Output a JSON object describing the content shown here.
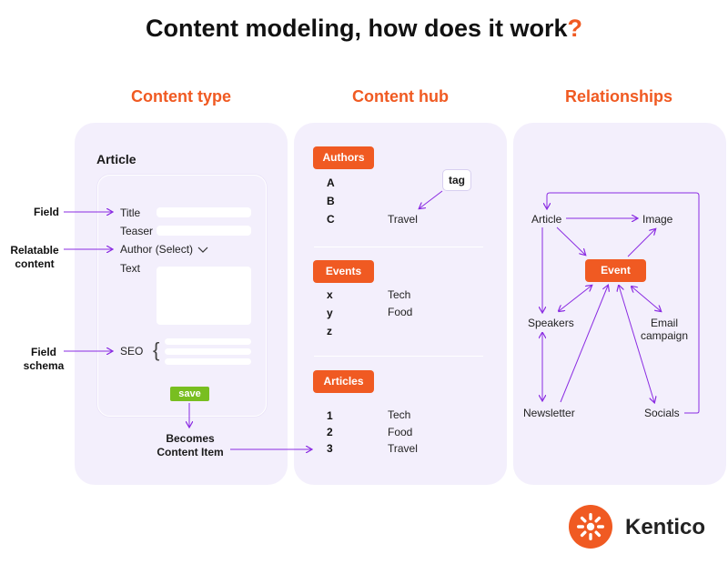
{
  "title": {
    "main": "Content modeling, how does it work",
    "mark": "?"
  },
  "columns": {
    "content_type": "Content type",
    "content_hub": "Content hub",
    "relationships": "Relationships"
  },
  "content_type": {
    "article": "Article",
    "fields": {
      "title": "Title",
      "teaser": "Teaser",
      "author": "Author (Select)",
      "text": "Text",
      "seo": "SEO"
    },
    "side_labels": {
      "field": "Field",
      "relatable_line1": "Relatable",
      "relatable_line2": "content",
      "schema_line1": "Field",
      "schema_line2": "schema"
    },
    "save": "save",
    "becomes_line1": "Becomes",
    "becomes_line2": "Content Item"
  },
  "content_hub": {
    "groups": [
      {
        "label": "Authors",
        "rows": [
          {
            "key": "A",
            "val": ""
          },
          {
            "key": "B",
            "val": ""
          },
          {
            "key": "C",
            "val": "Travel"
          }
        ]
      },
      {
        "label": "Events",
        "rows": [
          {
            "key": "x",
            "val": "Tech"
          },
          {
            "key": "y",
            "val": "Food"
          },
          {
            "key": "z",
            "val": ""
          }
        ]
      },
      {
        "label": "Articles",
        "rows": [
          {
            "key": "1",
            "val": "Tech"
          },
          {
            "key": "2",
            "val": "Food"
          },
          {
            "key": "3",
            "val": "Travel"
          }
        ]
      }
    ],
    "tag": "tag"
  },
  "relationships": {
    "article": "Article",
    "image": "Image",
    "event": "Event",
    "speakers": "Speakers",
    "email_line1": "Email",
    "email_line2": "campaign",
    "newsletter": "Newsletter",
    "socials": "Socials"
  },
  "brand": {
    "name": "Kentico",
    "accent": "#f05a22",
    "arrow": "#8a2be2",
    "panel": "#f3effc",
    "save": "#78be20"
  }
}
